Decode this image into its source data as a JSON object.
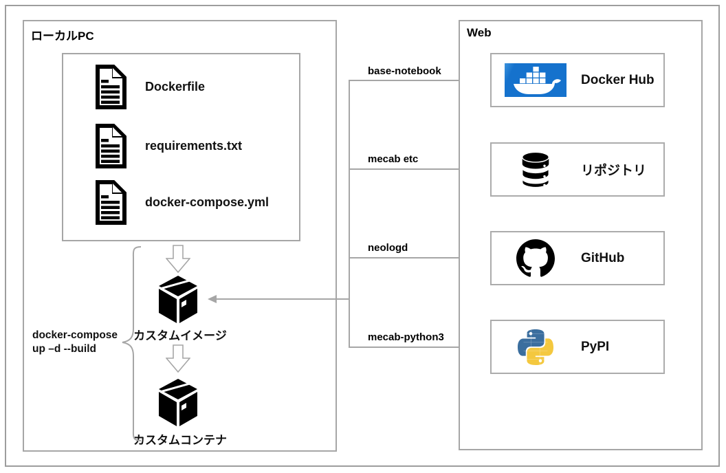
{
  "local_pc": {
    "title": "ローカルPC",
    "files": [
      {
        "label": "Dockerfile"
      },
      {
        "label": "requirements.txt"
      },
      {
        "label": "docker-compose.yml"
      }
    ],
    "command_line1": "docker-compose",
    "command_line2": "up –d --build",
    "image_label": "カスタムイメージ",
    "container_label": "カスタムコンテナ"
  },
  "web": {
    "title": "Web",
    "services": [
      {
        "name": "Docker Hub",
        "icon": "docker-logo",
        "link_label": "base-notebook"
      },
      {
        "name": "リポジトリ",
        "icon": "database-icon",
        "link_label": "mecab etc"
      },
      {
        "name": "GitHub",
        "icon": "github-logo",
        "link_label": "neologd"
      },
      {
        "name": "PyPI",
        "icon": "pypi-logo",
        "link_label": "mecab-python3"
      }
    ]
  },
  "colors": {
    "line_gray": "#a6a6a6",
    "docker_blue": "#1572cd",
    "pypi_blue": "#3b6e9e",
    "pypi_yellow": "#f4c83f",
    "icon_black": "#000000"
  }
}
